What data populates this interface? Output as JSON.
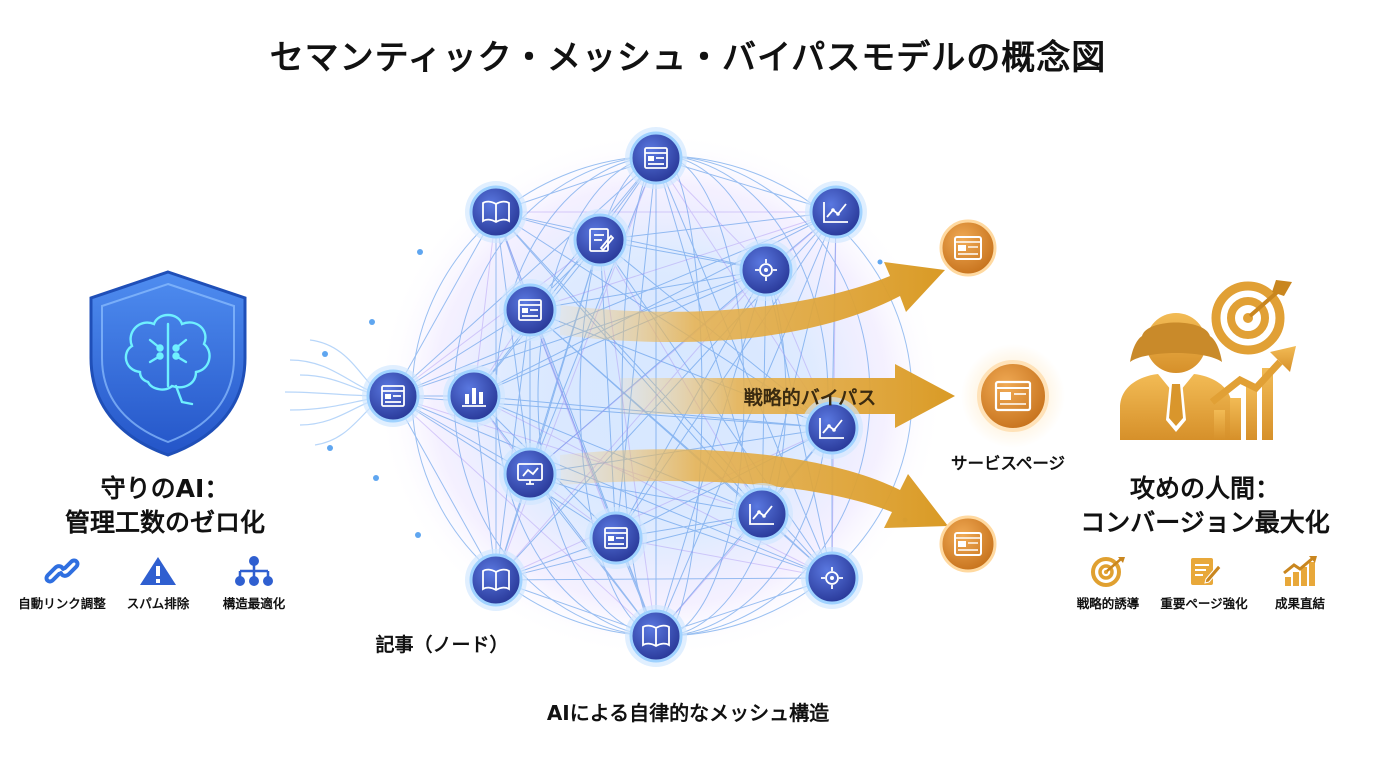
{
  "title": "セマンティック・メッシュ・バイパスモデルの概念図",
  "left_panel": {
    "heading_line1": "守りのAI：",
    "heading_line2": "管理工数のゼロ化",
    "items": [
      {
        "label": "自動リンク調整",
        "icon": "link-icon"
      },
      {
        "label": "スパム排除",
        "icon": "warning-icon"
      },
      {
        "label": "構造最適化",
        "icon": "hierarchy-icon"
      }
    ]
  },
  "center": {
    "node_label": "記事（ノード）",
    "mesh_label": "AIによる自律的なメッシュ構造",
    "bypass_label": "戦略的バイパス",
    "service_label": "サービスページ"
  },
  "right_panel": {
    "heading_line1": "攻めの人間：",
    "heading_line2": "コンバージョン最大化",
    "items": [
      {
        "label": "戦略的誘導",
        "icon": "target-icon"
      },
      {
        "label": "重要ページ強化",
        "icon": "edit-icon"
      },
      {
        "label": "成果直結",
        "icon": "growth-chart-icon"
      }
    ]
  },
  "colors": {
    "ai_blue": "#2f6fe0",
    "node_blue": "#3b4fb8",
    "mesh_line": "#4a8fe6",
    "bypass_gold": "#e0a030",
    "service_orange": "#e0913a",
    "human_gold": "#e8a83a"
  }
}
